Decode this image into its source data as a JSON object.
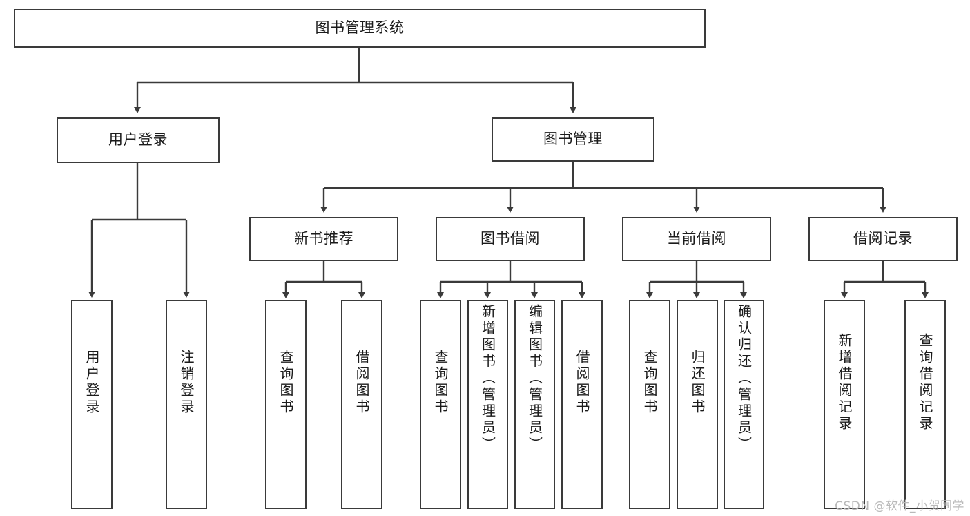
{
  "diagram": {
    "type": "tree",
    "title": "图书管理系统",
    "watermark": "CSDN @软件_小贺同学",
    "colors": {
      "stroke": "#3a3a3a",
      "fill": "#ffffff",
      "text": "#1b1b1b",
      "watermark": "#b9b9b9"
    },
    "nodes": {
      "root": {
        "label": "图书管理系统"
      },
      "level1": [
        {
          "id": "user-login",
          "label": "用户登录"
        },
        {
          "id": "book-management",
          "label": "图书管理"
        }
      ],
      "level2": [
        {
          "id": "new-book-recommend",
          "label": "新书推荐"
        },
        {
          "id": "book-borrow",
          "label": "图书借阅"
        },
        {
          "id": "current-borrow",
          "label": "当前借阅"
        },
        {
          "id": "borrow-record",
          "label": "借阅记录"
        }
      ],
      "leaves": {
        "user-login": [
          {
            "id": "leaf-user-login",
            "label": "用户登录"
          },
          {
            "id": "leaf-logout-login",
            "label": "注销登录"
          }
        ],
        "new-book-recommend": [
          {
            "id": "leaf-query-book-1",
            "label": "查询图书"
          },
          {
            "id": "leaf-borrow-book-1",
            "label": "借阅图书"
          }
        ],
        "book-borrow": [
          {
            "id": "leaf-query-book-2",
            "label": "查询图书"
          },
          {
            "id": "leaf-add-book",
            "label": "新增图书（管理员）"
          },
          {
            "id": "leaf-edit-book",
            "label": "编辑图书（管理员）"
          },
          {
            "id": "leaf-borrow-book-2",
            "label": "借阅图书"
          }
        ],
        "current-borrow": [
          {
            "id": "leaf-query-book-3",
            "label": "查询图书"
          },
          {
            "id": "leaf-return-book",
            "label": "归还图书"
          },
          {
            "id": "leaf-confirm-return",
            "label": "确认归还（管理员）"
          }
        ],
        "borrow-record": [
          {
            "id": "leaf-add-record",
            "label": "新增借阅记录"
          },
          {
            "id": "leaf-query-record",
            "label": "查询借阅记录"
          }
        ]
      }
    }
  }
}
